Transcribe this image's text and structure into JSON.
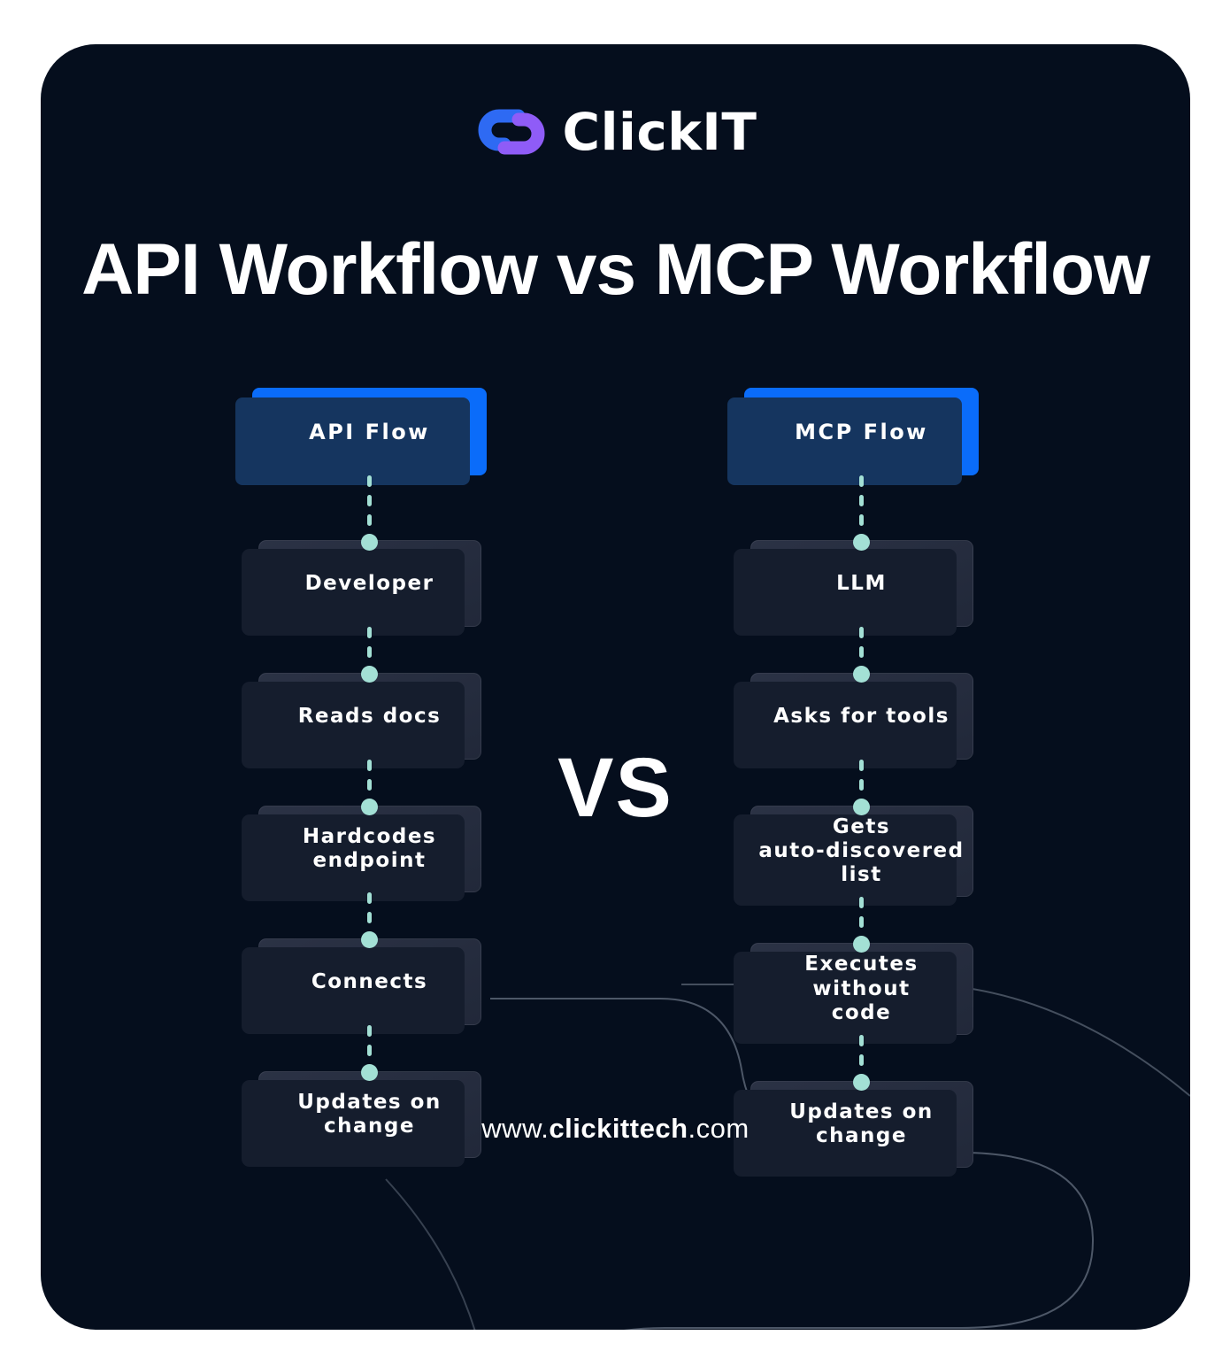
{
  "card": {
    "page_background": "#ffffff",
    "background": "#050e1d"
  },
  "logo": {
    "brand": "ClickIT",
    "icon": {
      "name": "clickit-link-icon",
      "blue": "#2e6af3",
      "purple": "#8f5cf7"
    }
  },
  "title": "API Workflow vs MCP Workflow",
  "vs_label": "VS",
  "flows": {
    "api": {
      "header": "API Flow",
      "steps": [
        "Developer",
        "Reads docs",
        "Hardcodes\nendpoint",
        "Connects",
        "Updates on\nchange"
      ]
    },
    "mcp": {
      "header": "MCP Flow",
      "steps": [
        "LLM",
        "Asks for tools",
        "Gets\nauto-discovered\nlist",
        "Executes without\ncode",
        "Updates on\nchange"
      ]
    }
  },
  "colors": {
    "header_blue": "#0a6cfa",
    "header_shadow_blue": "#15355f",
    "step_box": "#262e40",
    "step_box_shadow": "#151d2d",
    "connector_teal": "#a3e0d5",
    "decor_line": "rgba(185,198,214,0.4)"
  },
  "footer": {
    "prefix": "www.",
    "domain": "clickittech",
    "suffix": ".com"
  }
}
